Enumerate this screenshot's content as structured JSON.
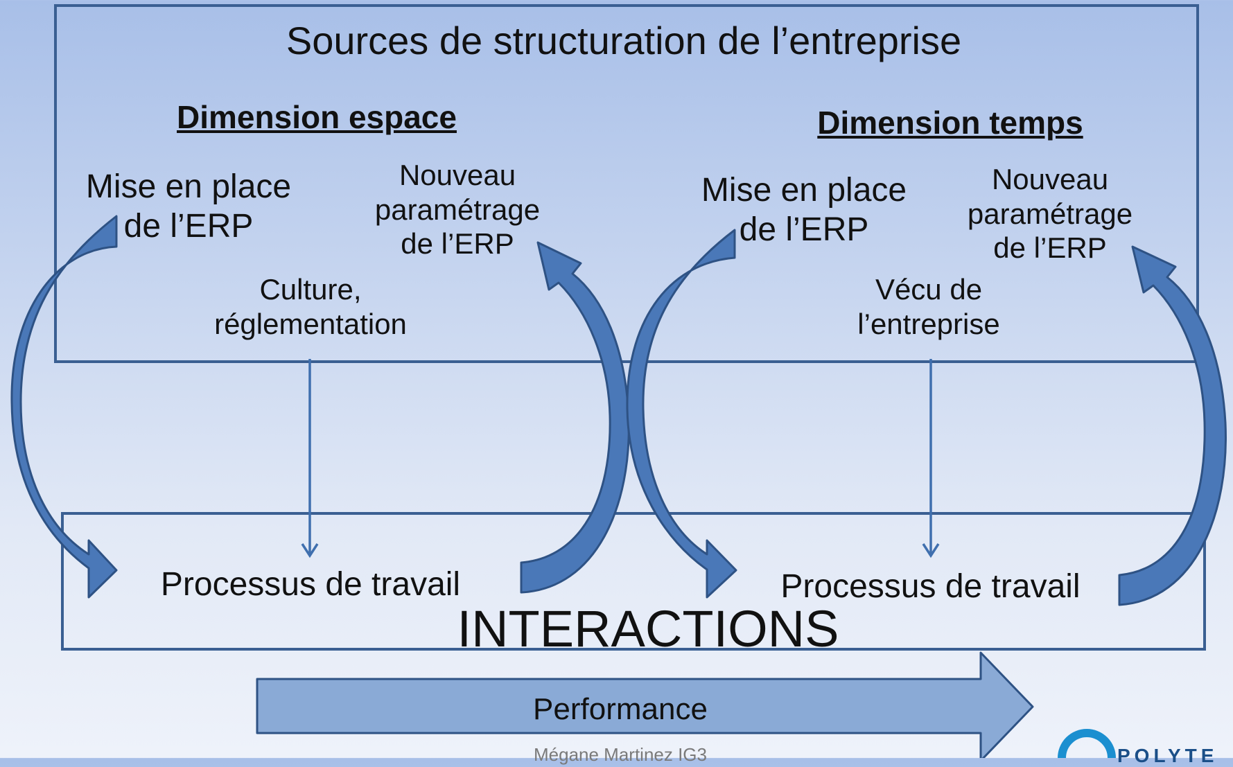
{
  "title": "Sources de structuration de l’entreprise",
  "dim_espace": {
    "header": "Dimension espace",
    "mise_line1": "Mise en place",
    "mise_line2": "de l’ERP",
    "nouveau_line1": "Nouveau",
    "nouveau_line2": "paramétrage",
    "nouveau_line3": "de l’ERP",
    "source_line1": "Culture,",
    "source_line2": "réglementation",
    "processus": "Processus de travail"
  },
  "dim_temps": {
    "header": "Dimension temps",
    "mise_line1": "Mise en place",
    "mise_line2": "de l’ERP",
    "nouveau_line1": "Nouveau",
    "nouveau_line2": "paramétrage",
    "nouveau_line3": "de l’ERP",
    "source_line1": "Vécu de",
    "source_line2": "l’entreprise",
    "processus": "Processus de travail"
  },
  "interactions": "INTERACTIONS",
  "performance": "Performance",
  "footer_author": "Mégane Martinez IG3",
  "logo_text": "POLYTE",
  "colors": {
    "box_border": "#3a5f92",
    "arrow_fill": "#4a78b8",
    "arrow_stroke": "#2e5284",
    "performance_fill": "#8aaad6",
    "logo_blue": "#1b8fd0"
  }
}
